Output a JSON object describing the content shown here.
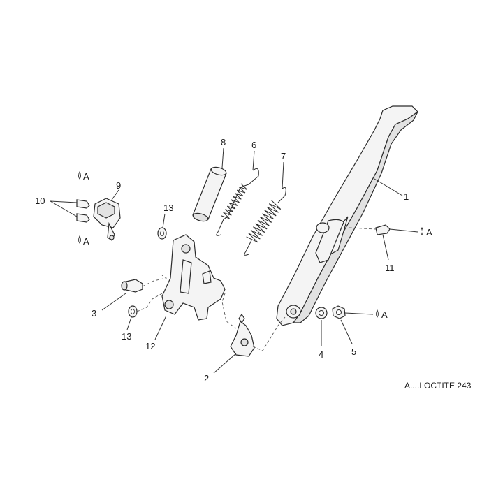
{
  "callouts": [
    {
      "id": "1",
      "label": "1"
    },
    {
      "id": "2",
      "label": "2"
    },
    {
      "id": "3",
      "label": "3"
    },
    {
      "id": "4",
      "label": "4"
    },
    {
      "id": "5",
      "label": "5"
    },
    {
      "id": "6",
      "label": "6"
    },
    {
      "id": "7",
      "label": "7"
    },
    {
      "id": "8",
      "label": "8"
    },
    {
      "id": "9",
      "label": "9"
    },
    {
      "id": "10",
      "label": "10"
    },
    {
      "id": "11",
      "label": "11"
    },
    {
      "id": "12",
      "label": "12"
    },
    {
      "id": "13a",
      "label": "13"
    },
    {
      "id": "13b",
      "label": "13"
    }
  ],
  "markers": {
    "loctite_letter": "A"
  },
  "legend": {
    "text": "A....LOCTITE 243"
  },
  "colors": {
    "line": "#2b2b2b",
    "fill": "#f4f4f4",
    "background": "#ffffff"
  }
}
